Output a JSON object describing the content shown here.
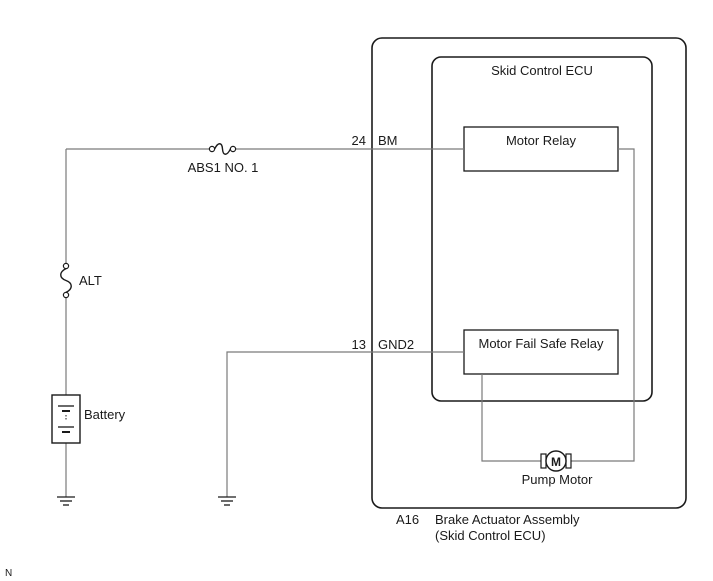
{
  "assembly": {
    "connector_id": "A16",
    "name": "Brake Actuator Assembly",
    "subtitle": "(Skid Control ECU)"
  },
  "ecu": {
    "title": "Skid Control ECU",
    "motor_relay": "Motor Relay",
    "fail_safe_relay": "Motor Fail Safe Relay"
  },
  "pins": [
    {
      "number": "24",
      "name": "BM"
    },
    {
      "number": "13",
      "name": "GND2"
    }
  ],
  "components": {
    "fuse_abs": "ABS1 NO. 1",
    "fuse_alt": "ALT",
    "battery": "Battery",
    "pump_motor": "Pump Motor",
    "motor_symbol": "M"
  },
  "corner_mark": "N"
}
